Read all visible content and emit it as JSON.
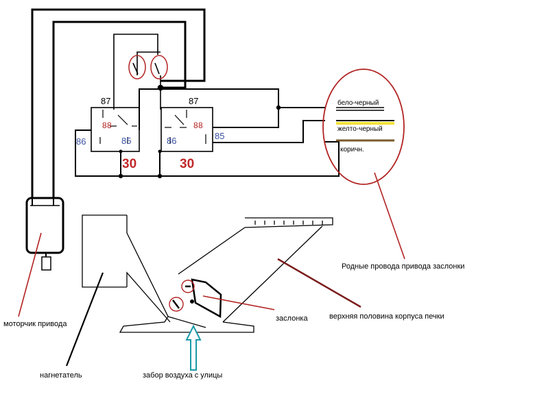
{
  "relays": [
    {
      "pin87": "87",
      "pin86": "86",
      "pin85": "85",
      "pin30": "30"
    },
    {
      "pin87": "87",
      "pin86": "86",
      "pin85": "85",
      "pin30": "30"
    }
  ],
  "wires": {
    "white_black": "бело-черный",
    "yellow_black": "желто-черный",
    "brown": "коричн."
  },
  "labels": {
    "native_wires": "Родные провода привода заслонки",
    "motor": "моторчик привода",
    "damper": "заслонка",
    "heater_upper": "верхняя половина корпуса печки",
    "blower": "нагнетатель",
    "air_intake": "забор воздуха с улицы"
  },
  "colors": {
    "annotation_red": "#b22222",
    "pin_blue": "#3a4fa0",
    "arrow_teal": "#1a9aa8",
    "yellow_wire": "#f2e23a",
    "brown_wire": "#7a5a2a"
  }
}
